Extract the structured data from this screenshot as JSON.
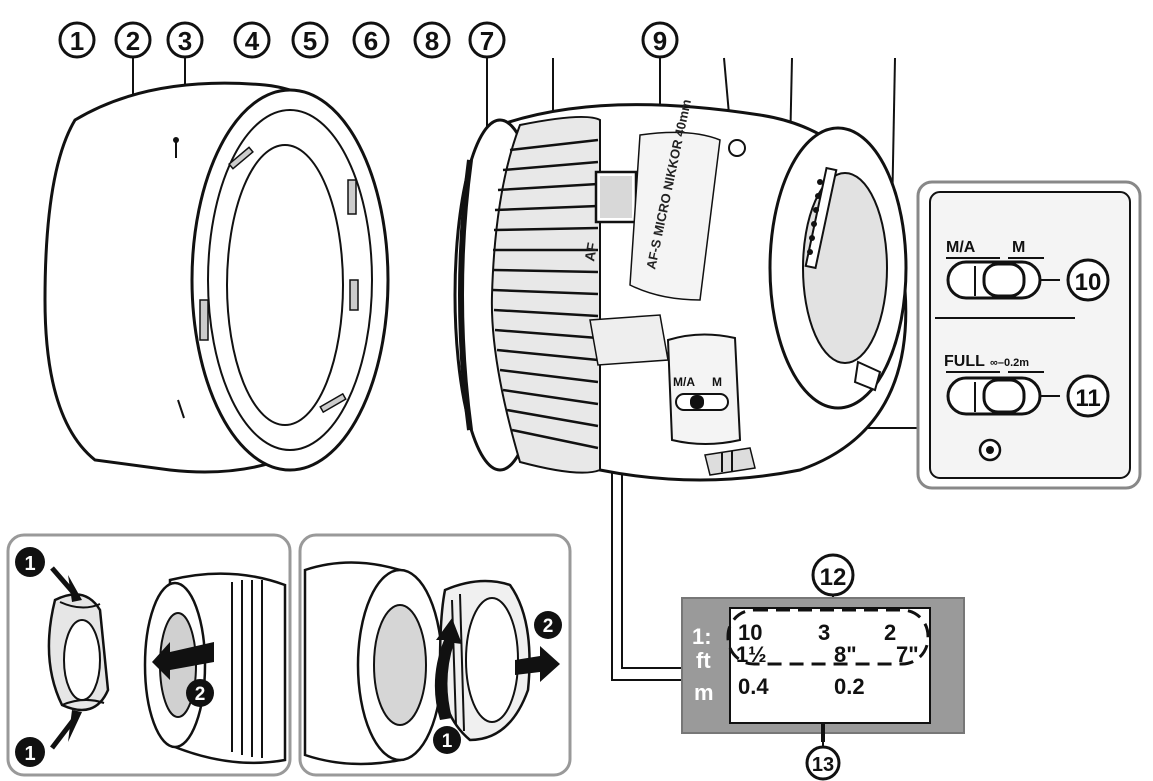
{
  "callouts": {
    "n1": "1",
    "n2": "2",
    "n3": "3",
    "n4": "4",
    "n5": "5",
    "n6": "6",
    "n8": "8",
    "n7": "7",
    "n9": "9",
    "n10": "10",
    "n11": "11",
    "n12": "12",
    "n13": "13"
  },
  "steps": {
    "s1": "1",
    "s2": "2"
  },
  "focus_switch": {
    "left": "M/A",
    "right": "M"
  },
  "limit_switch": {
    "left": "FULL",
    "right": "∞–0.2m"
  },
  "lens_switch": {
    "left": "M/A",
    "right": "M"
  },
  "lens_barrel": {
    "model": "AF-S MICRO NIKKOR 40mm",
    "af": "AF"
  },
  "distance_scale": {
    "row_labels": {
      "ratio": "1:",
      "feet": "ft",
      "meters": "m"
    },
    "ratio_values": [
      "10",
      "3",
      "2"
    ],
    "feet_values": [
      "1½",
      "8\"",
      "7\""
    ],
    "meter_values": [
      "0.4",
      "0.2"
    ]
  }
}
